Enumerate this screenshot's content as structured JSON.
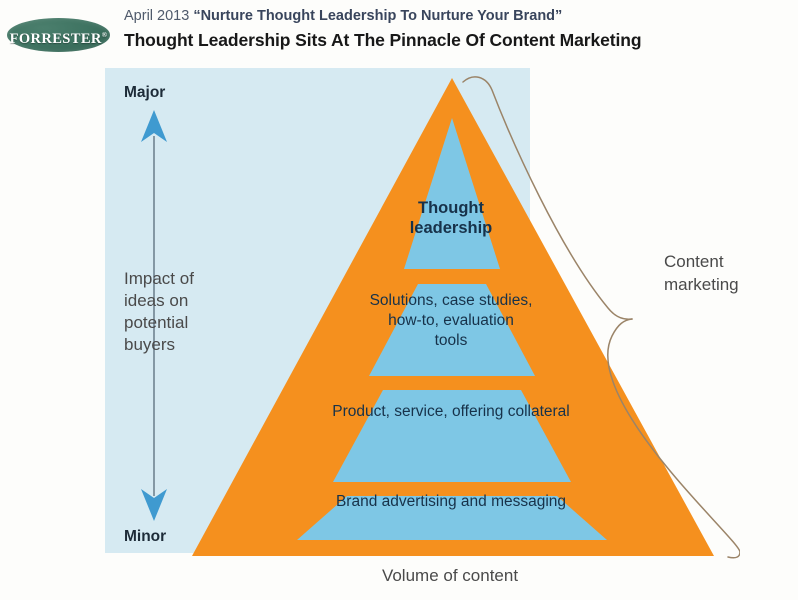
{
  "header": {
    "logo_name": "FORRESTER",
    "logo_trademark": "®",
    "logo_color": "#3f7462",
    "subtitle_date": "April 2013 ",
    "subtitle_report": "“Nurture Thought Leadership To Nurture Your Brand”",
    "title": "Thought Leadership Sits At The Pinnacle Of Content Marketing"
  },
  "diagram": {
    "type": "pyramid",
    "panel_color": "#d6eaf2",
    "pyramid_border_color": "#f5901e",
    "tier_fill_color": "#7ec7e5",
    "y_axis": {
      "top_label": "Major",
      "bottom_label": "Minor",
      "caption": "Impact of ideas on potential buyers",
      "arrow_color": "#3f9ad0"
    },
    "x_axis": {
      "caption": "Volume of content"
    },
    "annotation": {
      "label": "Content marketing",
      "brace_color": "#9b8468"
    },
    "tiers": [
      {
        "level": 1,
        "label": "Thought\nleadership",
        "emphasis": "bold"
      },
      {
        "level": 2,
        "label": "Solutions, case studies,\nhow-to, evaluation\ntools",
        "emphasis": "normal"
      },
      {
        "level": 3,
        "label": "Product, service, offering collateral",
        "emphasis": "normal"
      },
      {
        "level": 4,
        "label": "Brand advertising and messaging",
        "emphasis": "normal"
      }
    ],
    "tier_labels": {
      "t1_line1": "Thought",
      "t1_line2": "leadership",
      "t2_line1": "Solutions, case studies,",
      "t2_line2": "how-to, evaluation",
      "t2_line3": "tools",
      "t3": "Product, service, offering collateral",
      "t4": "Brand advertising and messaging"
    }
  }
}
